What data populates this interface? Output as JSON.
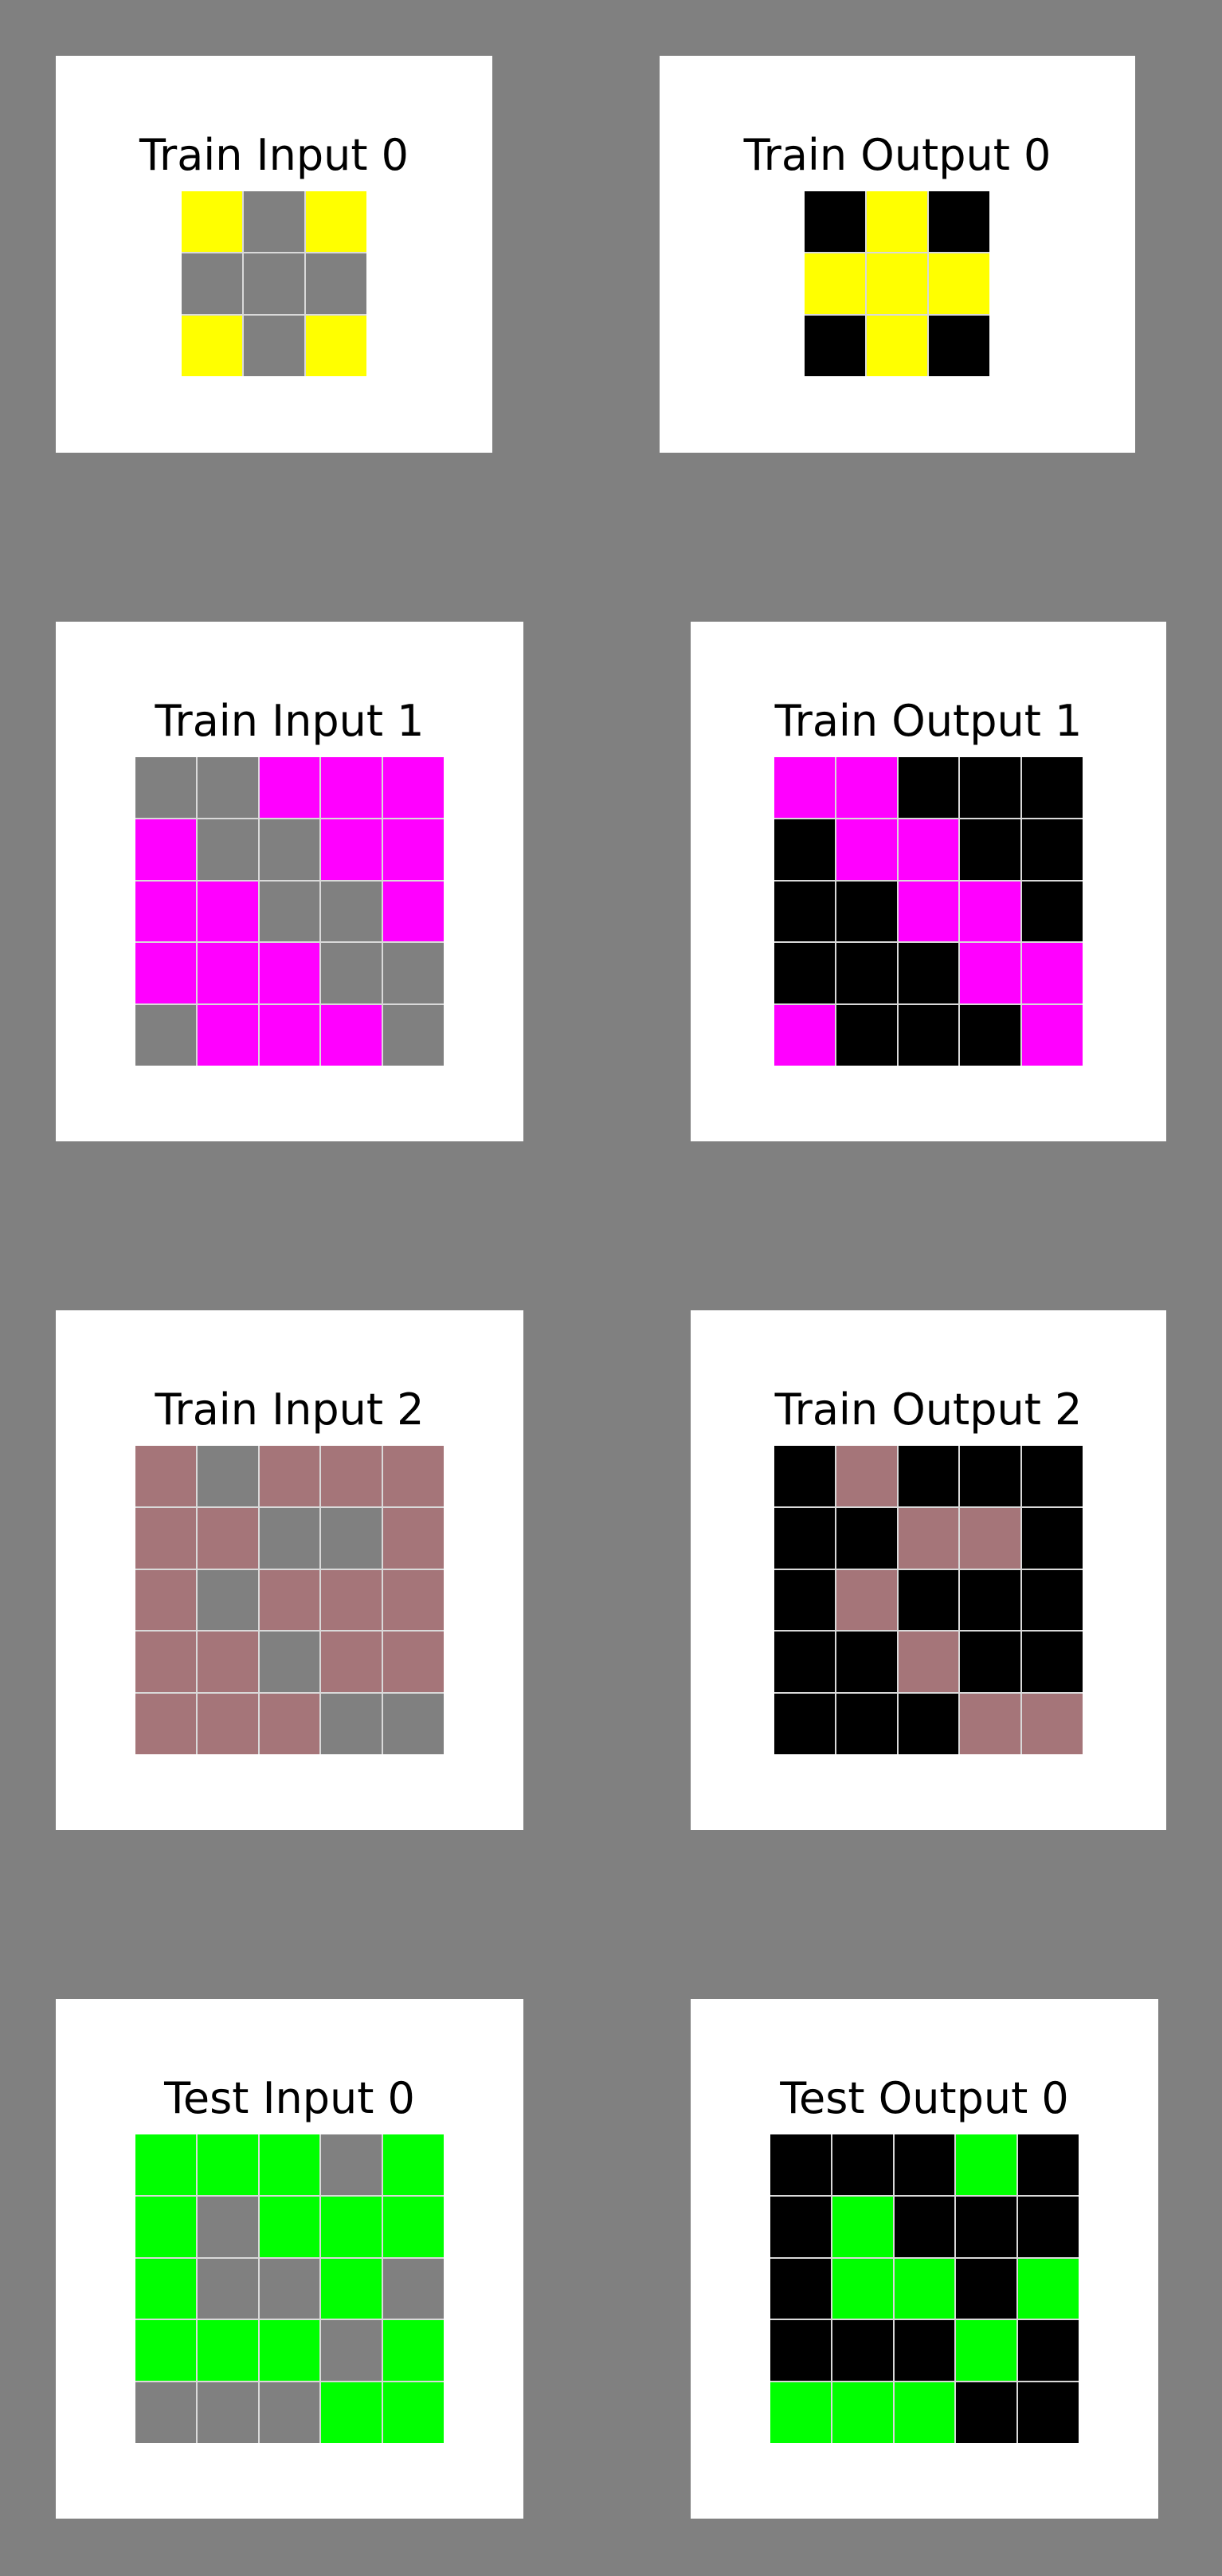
{
  "palette": {
    "0": "#000000",
    "4": "#ffff00",
    "5": "#808080",
    "6": "#ff00ff",
    "7": "#a57579",
    "3": "#00ff00"
  },
  "pairs": [
    {
      "input": {
        "title": "Train Input 0",
        "grid": [
          [
            4,
            5,
            4
          ],
          [
            5,
            5,
            5
          ],
          [
            4,
            5,
            4
          ]
        ]
      },
      "output": {
        "title": "Train Output 0",
        "grid": [
          [
            0,
            4,
            0
          ],
          [
            4,
            4,
            4
          ],
          [
            0,
            4,
            0
          ]
        ]
      }
    },
    {
      "input": {
        "title": "Train Input 1",
        "grid": [
          [
            5,
            5,
            6,
            6,
            6
          ],
          [
            6,
            5,
            5,
            6,
            6
          ],
          [
            6,
            6,
            5,
            5,
            6
          ],
          [
            6,
            6,
            6,
            5,
            5
          ],
          [
            5,
            6,
            6,
            6,
            5
          ]
        ]
      },
      "output": {
        "title": "Train Output 1",
        "grid": [
          [
            6,
            6,
            0,
            0,
            0
          ],
          [
            0,
            6,
            6,
            0,
            0
          ],
          [
            0,
            0,
            6,
            6,
            0
          ],
          [
            0,
            0,
            0,
            6,
            6
          ],
          [
            6,
            0,
            0,
            0,
            6
          ]
        ]
      }
    },
    {
      "input": {
        "title": "Train Input 2",
        "grid": [
          [
            7,
            5,
            7,
            7,
            7
          ],
          [
            7,
            7,
            5,
            5,
            7
          ],
          [
            7,
            5,
            7,
            7,
            7
          ],
          [
            7,
            7,
            5,
            7,
            7
          ],
          [
            7,
            7,
            7,
            5,
            5
          ]
        ]
      },
      "output": {
        "title": "Train Output 2",
        "grid": [
          [
            0,
            7,
            0,
            0,
            0
          ],
          [
            0,
            0,
            7,
            7,
            0
          ],
          [
            0,
            7,
            0,
            0,
            0
          ],
          [
            0,
            0,
            7,
            0,
            0
          ],
          [
            0,
            0,
            0,
            7,
            7
          ]
        ]
      }
    },
    {
      "input": {
        "title": "Test Input 0",
        "grid": [
          [
            3,
            3,
            3,
            5,
            3
          ],
          [
            3,
            5,
            3,
            3,
            3
          ],
          [
            3,
            5,
            5,
            3,
            5
          ],
          [
            3,
            3,
            3,
            5,
            3
          ],
          [
            5,
            5,
            5,
            3,
            3
          ]
        ]
      },
      "output": {
        "title": "Test Output 0",
        "grid": [
          [
            0,
            0,
            0,
            3,
            0
          ],
          [
            0,
            3,
            0,
            0,
            0
          ],
          [
            0,
            3,
            3,
            0,
            3
          ],
          [
            0,
            0,
            0,
            3,
            0
          ],
          [
            3,
            3,
            3,
            0,
            0
          ]
        ]
      }
    }
  ]
}
